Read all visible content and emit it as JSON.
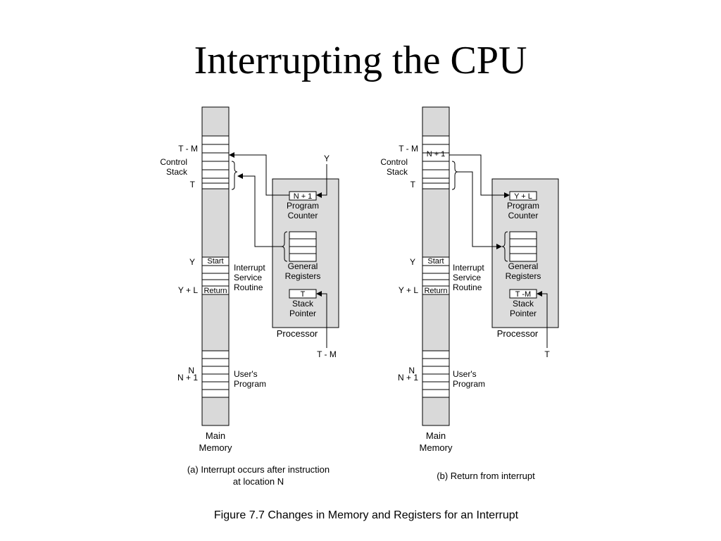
{
  "slide": {
    "title": "Interrupting the CPU",
    "figure_caption": "Figure 7.7  Changes in Memory and Registers for an Interrupt"
  },
  "panel_a": {
    "caption_line1": "(a)  Interrupt occurs after instruction",
    "caption_line2": "at location N",
    "memory": {
      "label_line1": "Main",
      "label_line2": "Memory",
      "addr_t_m": "T - M",
      "control_stack_line1": "Control",
      "control_stack_line2": "Stack",
      "addr_t": "T",
      "addr_y": "Y",
      "start": "Start",
      "isr_line1": "Interrupt",
      "isr_line2": "Service",
      "isr_line3": "Routine",
      "addr_y_l": "Y + L",
      "return": "Return",
      "addr_n": "N",
      "addr_n1": "N + 1",
      "user_line1": "User's",
      "user_line2": "Program"
    },
    "processor": {
      "label": "Processor",
      "pc_value": "N + 1",
      "pc_line1": "Program",
      "pc_line2": "Counter",
      "gr_line1": "General",
      "gr_line2": "Registers",
      "sp_value": "T",
      "sp_line1": "Stack",
      "sp_line2": "Pointer",
      "pc_input": "Y",
      "sp_input": "T - M"
    }
  },
  "panel_b": {
    "caption": "(b)  Return from interrupt",
    "memory": {
      "label_line1": "Main",
      "label_line2": "Memory",
      "addr_t_m": "T - M",
      "stack_top_value": "N + 1",
      "control_stack_line1": "Control",
      "control_stack_line2": "Stack",
      "addr_t": "T",
      "addr_y": "Y",
      "start": "Start",
      "isr_line1": "Interrupt",
      "isr_line2": "Service",
      "isr_line3": "Routine",
      "addr_y_l": "Y + L",
      "return": "Return",
      "addr_n": "N",
      "addr_n1": "N + 1",
      "user_line1": "User's",
      "user_line2": "Program"
    },
    "processor": {
      "label": "Processor",
      "pc_value": "Y + L",
      "pc_line1": "Program",
      "pc_line2": "Counter",
      "gr_line1": "General",
      "gr_line2": "Registers",
      "sp_value": "T -M",
      "sp_line1": "Stack",
      "sp_line2": "Pointer",
      "sp_input": "T"
    }
  },
  "colors": {
    "memory_fill": "#d9d9d9",
    "processor_fill": "#dcdcdc",
    "stroke": "#000000"
  }
}
